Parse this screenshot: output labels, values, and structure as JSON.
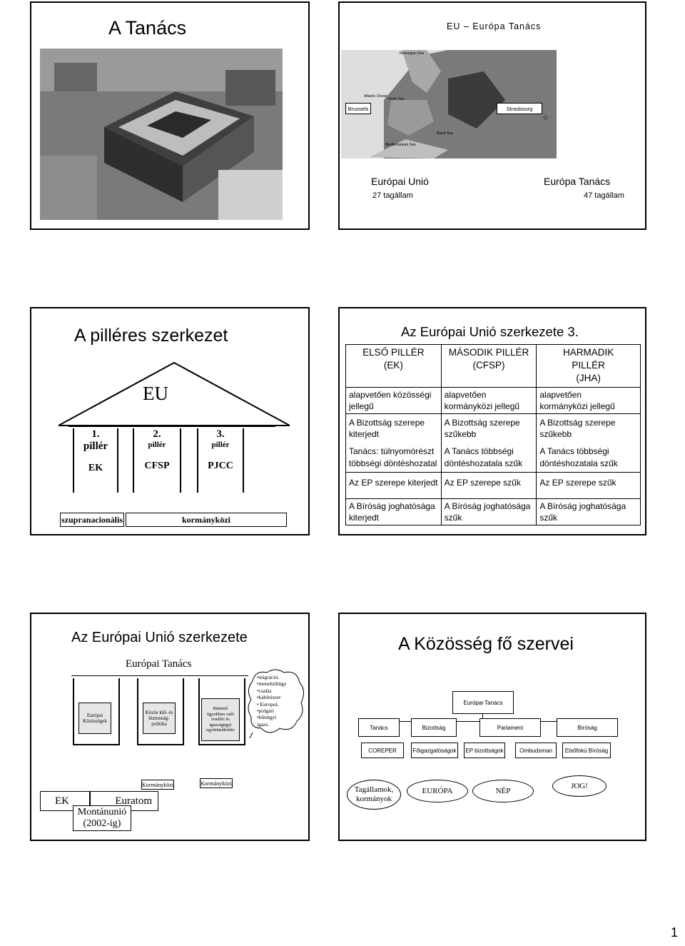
{
  "page_number": "1",
  "slide1": {
    "title": "A Tanács",
    "map_title": "EU – Európa Tanács",
    "map_labels": {
      "brussels": "Brussels",
      "strasbourg": "Strasbourg",
      "norwegian_sea": "Norwegian Sea",
      "atlantic": "Atlantic Ocean",
      "north_sea": "North Sea",
      "black_sea": "Black Sea",
      "mediterranean": "Mediterranean Sea"
    },
    "left_caption": "Európai Unió",
    "left_sub": "27 tagállam",
    "right_caption": "Európa Tanács",
    "right_sub": "47 tagállam"
  },
  "slide2": {
    "title": "A pilléres szerkezet",
    "roof_label": "EU",
    "pillars": [
      {
        "num": "1.",
        "word": "pillér",
        "abbr": "EK"
      },
      {
        "num": "2.",
        "word": "pillér",
        "abbr": "CFSP"
      },
      {
        "num": "3.",
        "word": "pillér",
        "abbr": "PJCC"
      }
    ],
    "base_left": "szupranacionális",
    "base_right": "kormányközi"
  },
  "slide3": {
    "title": "Az Európai Unió szerkezete 3.",
    "headers": [
      [
        "ELSŐ PILLÉR",
        "(EK)"
      ],
      [
        "MÁSODIK PILLÉR",
        "(CFSP)"
      ],
      [
        "HARMADIK",
        "PILLÉR",
        "(JHA)"
      ]
    ],
    "rows": [
      [
        [
          "alapvetően közösségi",
          "jellegű"
        ],
        [
          "alapvetően",
          "kormányközi jellegű"
        ],
        [
          "alapvetően",
          "kormányközi jellegű"
        ]
      ],
      [
        [
          "A Bizottság szerepe",
          "kiterjedt"
        ],
        [
          "A Bizottság szerepe",
          "szűkebb"
        ],
        [
          "A Bizottság szerepe",
          "szűkebb"
        ]
      ],
      [
        [
          "Tanács: túlnyomórészt",
          "többségi döntéshozatal"
        ],
        [
          "A Tanács többségi",
          "döntéshozatala szűk"
        ],
        [
          "A Tanács többségi",
          "döntéshozatala szűk"
        ]
      ],
      [
        [
          "Az EP szerepe kiterjedt"
        ],
        [
          "Az EP szerepe szűk"
        ],
        [
          "Az EP szerepe szűk"
        ]
      ],
      [
        [
          "A Bíróság joghatósága",
          "kiterjedt"
        ],
        [
          "A Bíróság joghatósága",
          "szűk"
        ],
        [
          "A Bíróság joghatósága",
          "szűk"
        ]
      ]
    ]
  },
  "slide4": {
    "title": "Az Európai Unió szerkezete",
    "roof": "Európai Tanács",
    "pillar1": [
      "Európai",
      "Közösségek"
    ],
    "pillar2": [
      "Közös kül- és",
      "biztonság-",
      "politika"
    ],
    "pillar3": [
      "Büntető",
      "ügyekben való",
      "rendőri és",
      "igazságügyi",
      "együttműködés"
    ],
    "cloud_items": [
      "migráció,",
      "menekültügy",
      "csalás",
      "kábítószer",
      "Europol,",
      "polgári",
      "bűnügyi",
      "igazs."
    ],
    "ek": "EK",
    "euratom": "Euratom",
    "montanunio": "Montánunió",
    "montanunio_years": "(2002-ig)",
    "kormanykozi_1": "Kormányközi",
    "kormanykozi_2": "Kormányközi"
  },
  "slide5": {
    "title": "A Közösség fő szervei",
    "top": "Európai Tanács",
    "organs": [
      "Tanács",
      "Bizottság",
      "Parlament",
      "Bíróság"
    ],
    "sub": [
      "COREPER",
      "Főigazgatóságok",
      "EP bizottságok",
      "Ombudsman",
      "Elsőfokú Bíróság"
    ],
    "bubbles": [
      "Tagállamok,",
      "kormányok",
      "EURÓPA",
      "NÉP",
      "JOG!"
    ]
  }
}
